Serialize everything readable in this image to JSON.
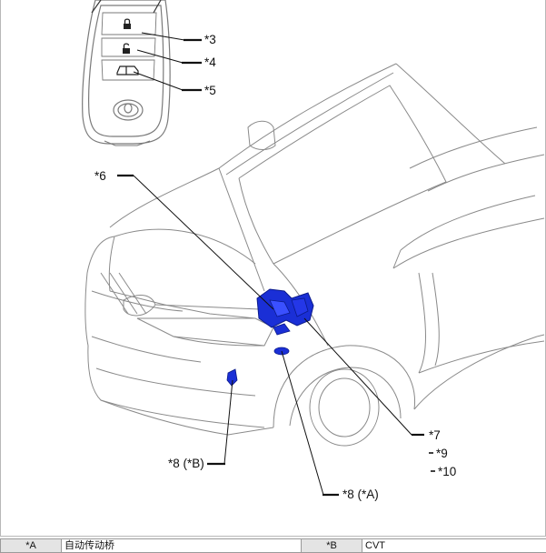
{
  "callouts": {
    "c3": "*3",
    "c4": "*4",
    "c5": "*5",
    "c6": "*6",
    "c7": "*7",
    "c8b": "*8 (*B)",
    "c8a": "*8 (*A)",
    "c9": "*9",
    "c10": "*10"
  },
  "legend": {
    "rows": [
      {
        "key_a": "*A",
        "val_a": "自动传动桥",
        "key_b": "*B",
        "val_b": "CVT"
      }
    ]
  },
  "colors": {
    "line": "#8a8a8a",
    "leader": "#111111",
    "component": "#1a2fd6",
    "component_dark": "#0b1a8a"
  }
}
